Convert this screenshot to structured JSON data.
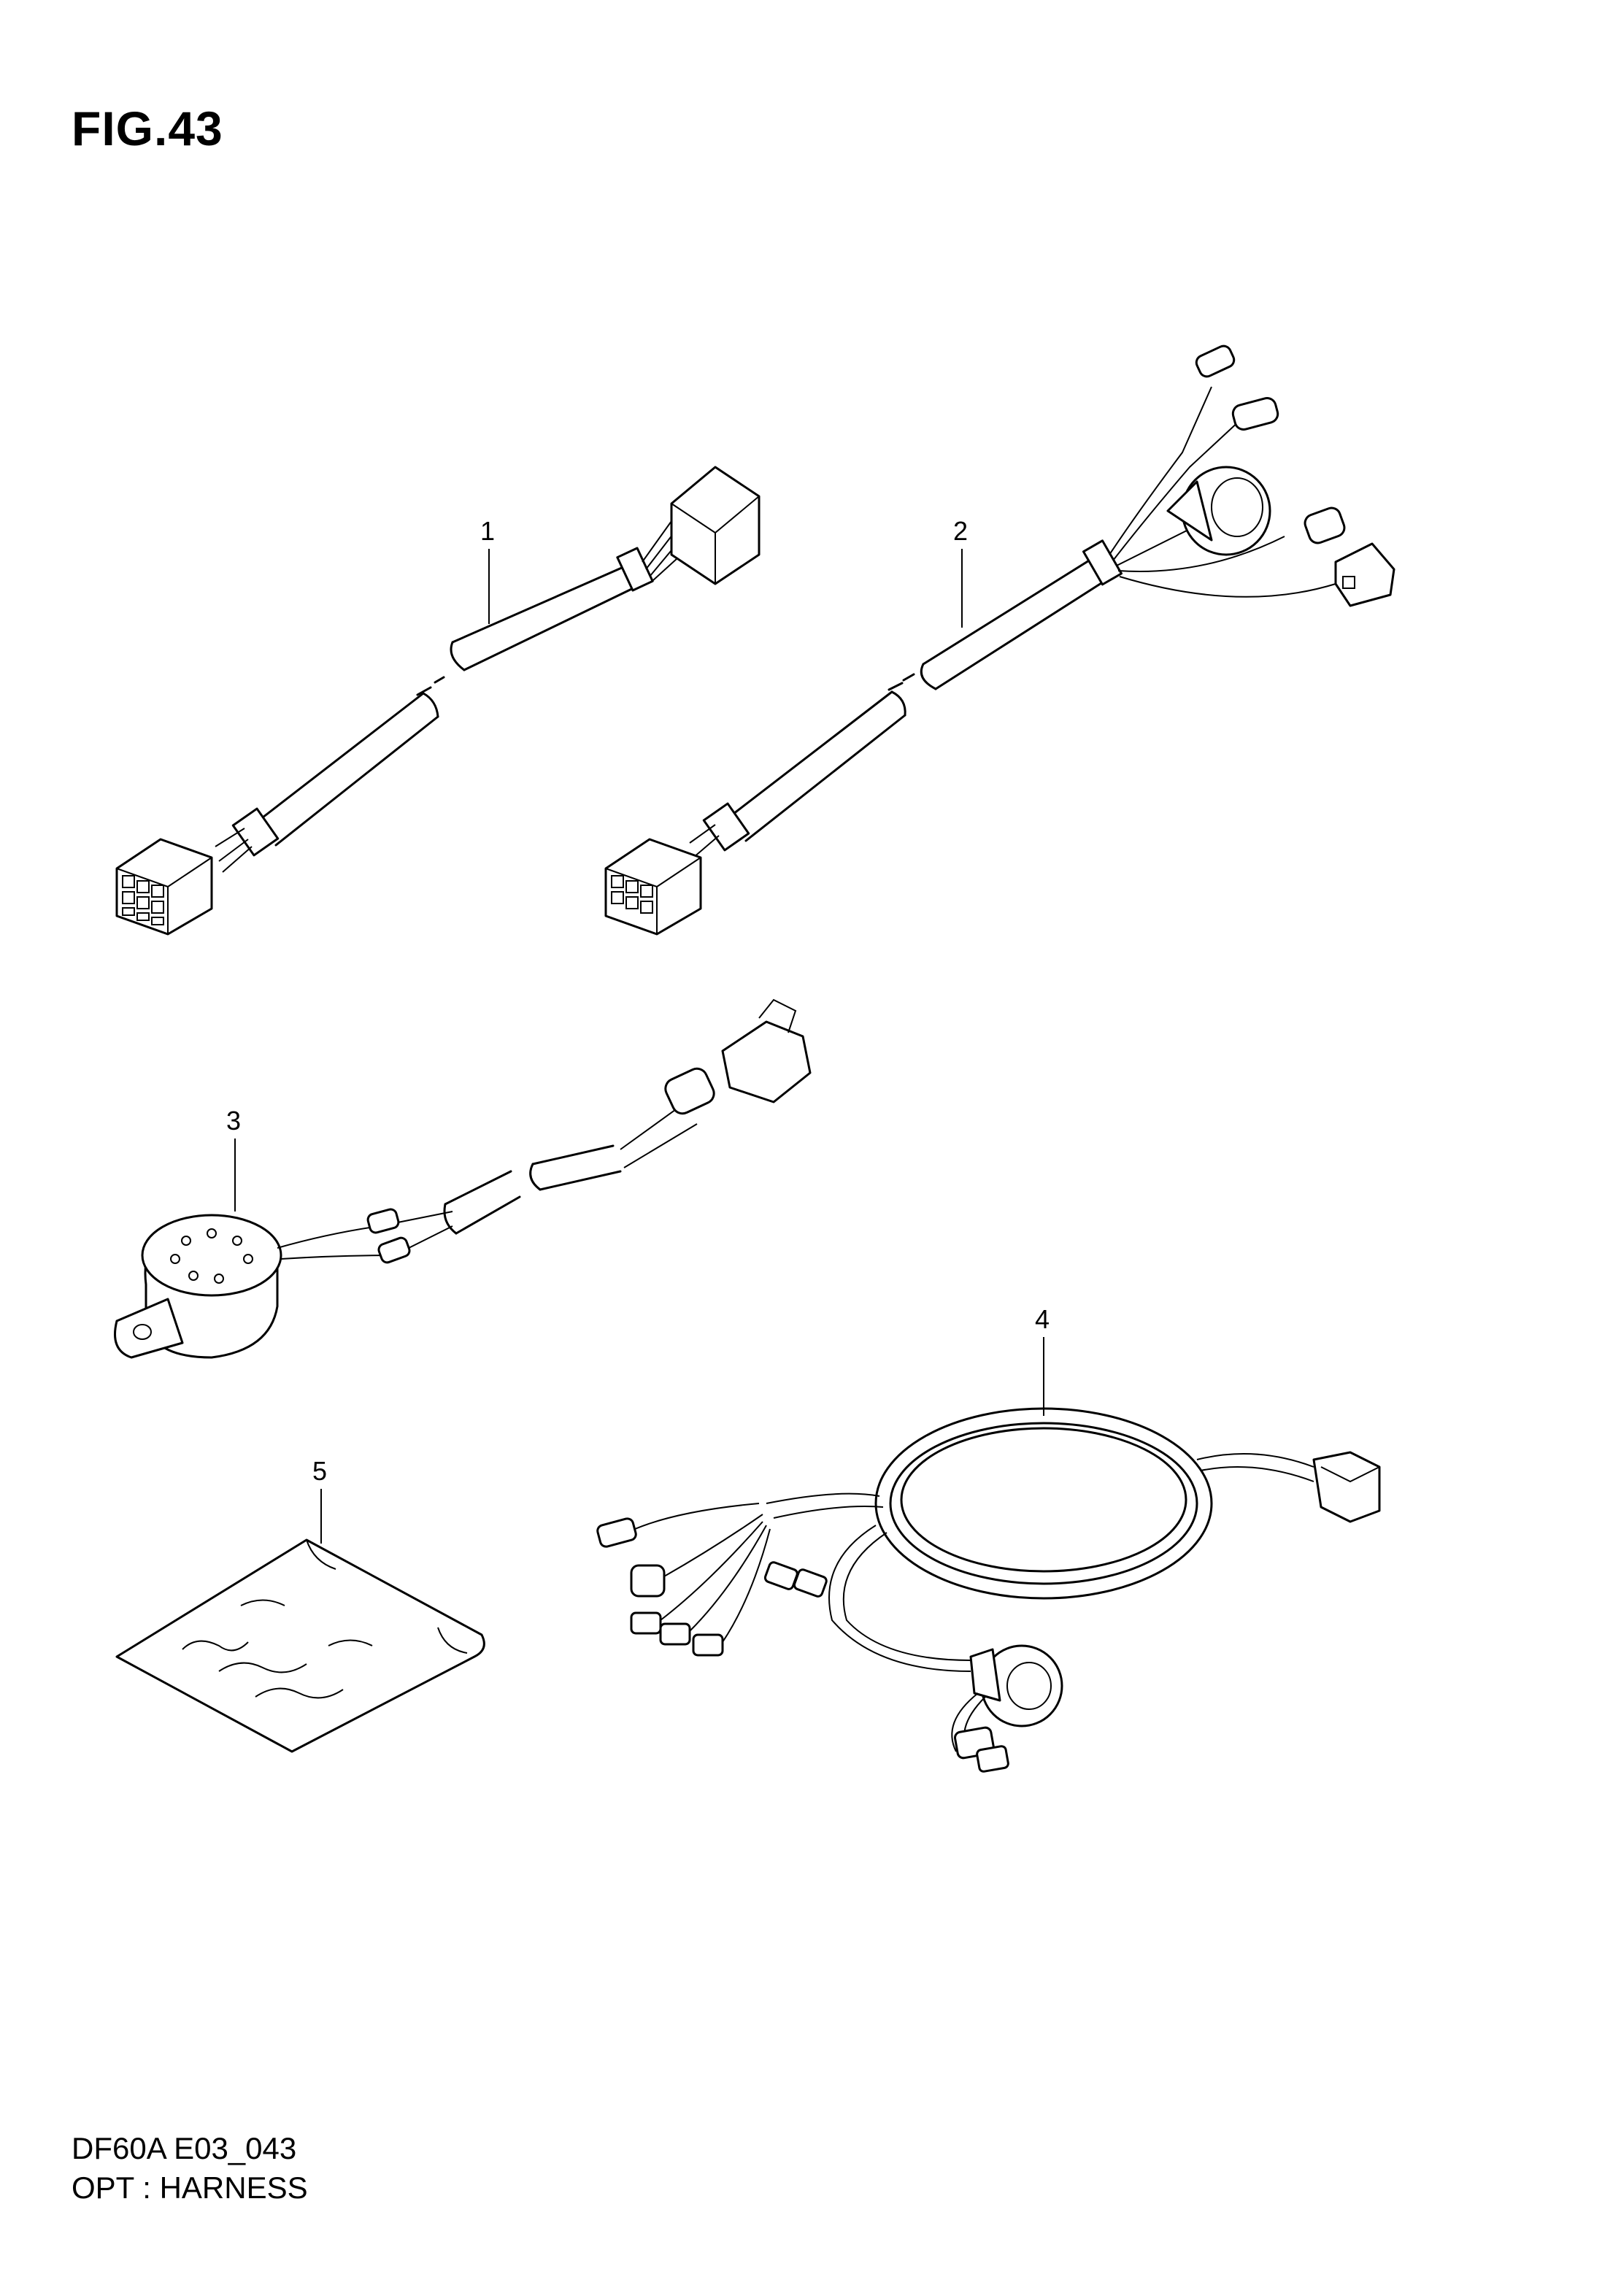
{
  "figure": {
    "title": "FIG.43"
  },
  "callouts": [
    {
      "number": "1",
      "part": "harness"
    },
    {
      "number": "2",
      "part": "harness"
    },
    {
      "number": "3",
      "part": "buzzer"
    },
    {
      "number": "4",
      "part": "harness"
    },
    {
      "number": "5",
      "part": "bag"
    }
  ],
  "footer": {
    "model_code": "DF60A E03_043",
    "section_title": "OPT : HARNESS"
  }
}
